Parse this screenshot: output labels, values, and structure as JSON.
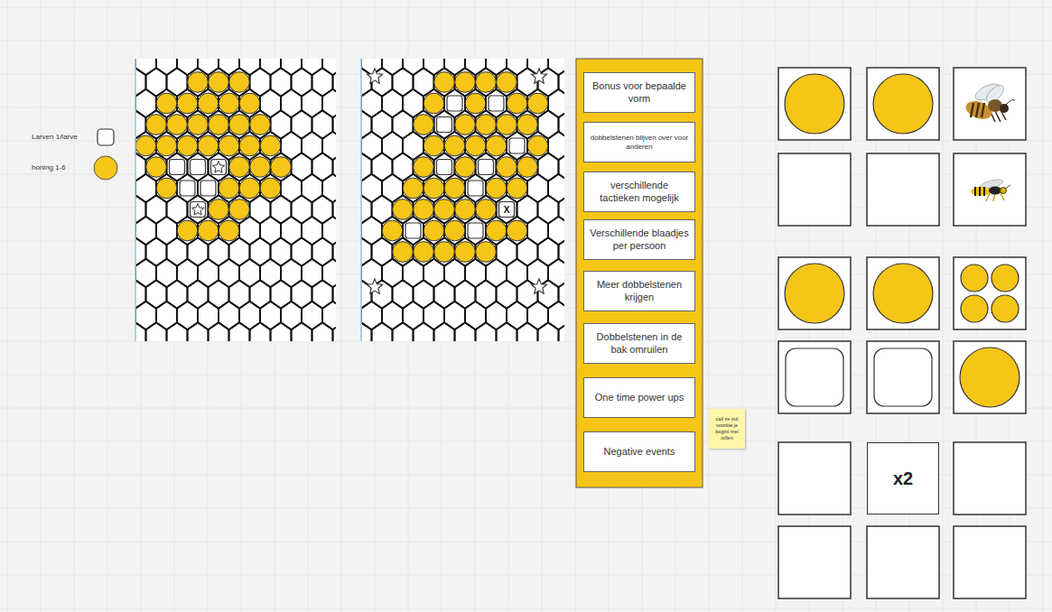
{
  "diagram": {
    "nodes": [
      {
        "text": [
          "Bonus voor bepaalde vorm"
        ]
      },
      {
        "text": [
          "dobbelstenen blijven over voor anderen"
        ]
      },
      {
        "text": [
          "verschillende tactieken mogelijk"
        ]
      },
      {
        "text": [
          "Verschillende blaadjes per persoon"
        ]
      },
      {
        "text": [
          "Meer dobbelstenen krijgen"
        ]
      },
      {
        "text": [
          "Dobbelstenen in de bak omruilen"
        ]
      },
      {
        "text": [
          "One time power ups"
        ]
      },
      {
        "text": [
          "Negative events"
        ]
      },
      {
        "text": [
          "call ze out voordat je begint met rollen"
        ]
      },
      {
        "text": [
          "x2"
        ]
      }
    ],
    "labels": [
      "X"
    ],
    "legend": [
      {
        "text": "Larven 1/larve"
      },
      {
        "text": "honing 1-6",
        "color": "#F5C518"
      }
    ]
  }
}
